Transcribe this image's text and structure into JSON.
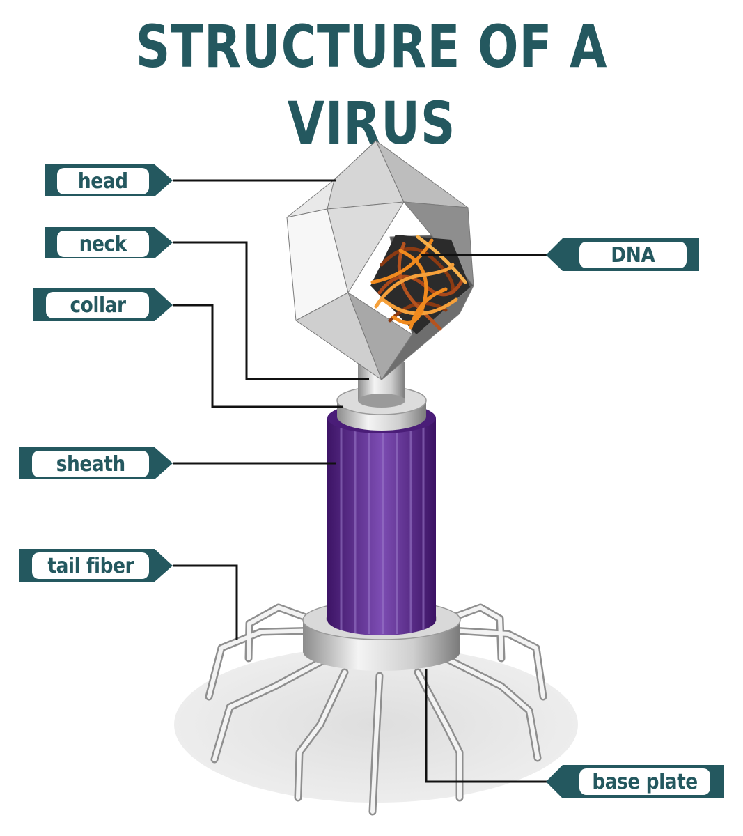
{
  "title": "STRUCTURE OF A VIRUS",
  "colors": {
    "title_text": "#24585f",
    "label_box": "#24585f",
    "label_text": "#24585f",
    "leader_line": "#111111",
    "capsid_light": "#f2f2f2",
    "capsid_dark": "#5a5a5a",
    "dna_orange": "#f08a1e",
    "dna_brown": "#8b3a12",
    "sheath_purple": "#5b2a8c",
    "metal_gray": "#bdbdbd",
    "shadow": "#e6e6e6"
  },
  "labels": {
    "head": "head",
    "neck": "neck",
    "collar": "collar",
    "sheath": "sheath",
    "tail_fiber": "tail fiber",
    "dna": "DNA",
    "base_plate": "base plate"
  }
}
